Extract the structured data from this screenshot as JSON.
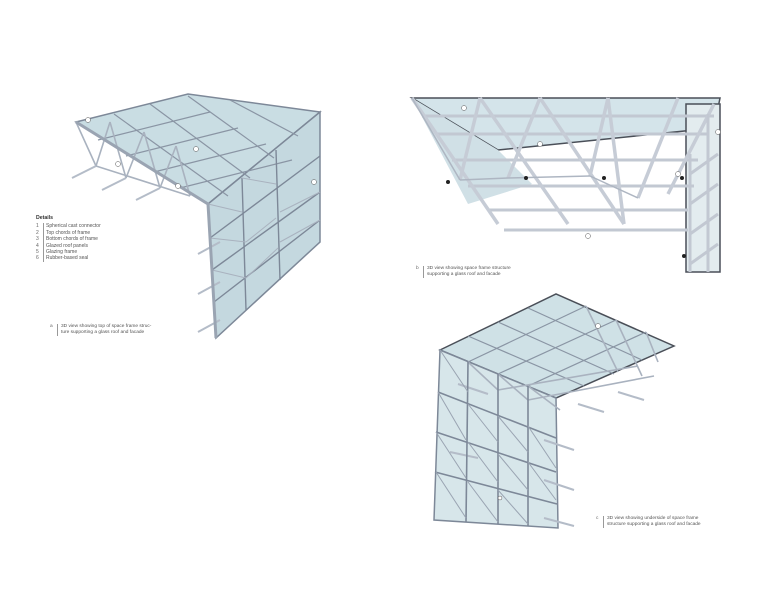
{
  "details": {
    "title": "Details",
    "items": [
      {
        "num": "1",
        "label": "Spherical cast connector"
      },
      {
        "num": "2",
        "label": "Top chords of frame"
      },
      {
        "num": "3",
        "label": "Bottom chords of frame"
      },
      {
        "num": "4",
        "label": "Glazed roof panels"
      },
      {
        "num": "5",
        "label": "Glazing frame"
      },
      {
        "num": "6",
        "label": "Rubber-based seal"
      }
    ]
  },
  "figures": [
    {
      "letter": "a",
      "caption_line1": "3D view showing top of space frame struc-",
      "caption_line2": "ture supporting a glass roof and facade"
    },
    {
      "letter": "b",
      "caption_line1": "3D view showing space frame structure",
      "caption_line2": "supporting a glass roof and facade"
    },
    {
      "letter": "c",
      "caption_line1": "3D view showing underside of space frame",
      "caption_line2": "structure supporting a glass roof and facade"
    }
  ],
  "colors": {
    "glass": "#c9dde3",
    "member": "#b4bcc8",
    "member_dark": "#7d8898",
    "frame_edge": "#4a4f58"
  }
}
